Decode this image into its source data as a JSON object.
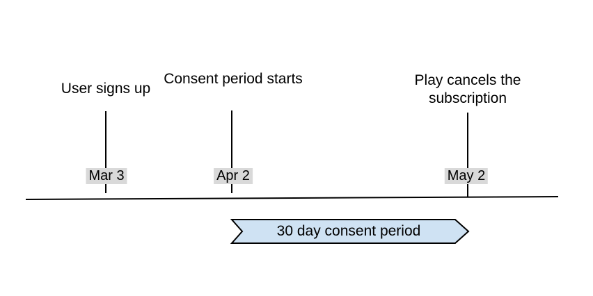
{
  "diagram": {
    "events": [
      {
        "title": "User signs up",
        "date": "Mar 3"
      },
      {
        "title": "Consent period starts",
        "date": "Apr 2"
      },
      {
        "title": "Play cancels the subscription",
        "date": "May 2"
      }
    ],
    "banner": {
      "label": "30 day consent period"
    },
    "colors": {
      "banner_fill": "#cfe2f3",
      "banner_border": "#000000",
      "date_badge_bg": "#d9d9d9",
      "line": "#000000",
      "text": "#000000"
    }
  }
}
